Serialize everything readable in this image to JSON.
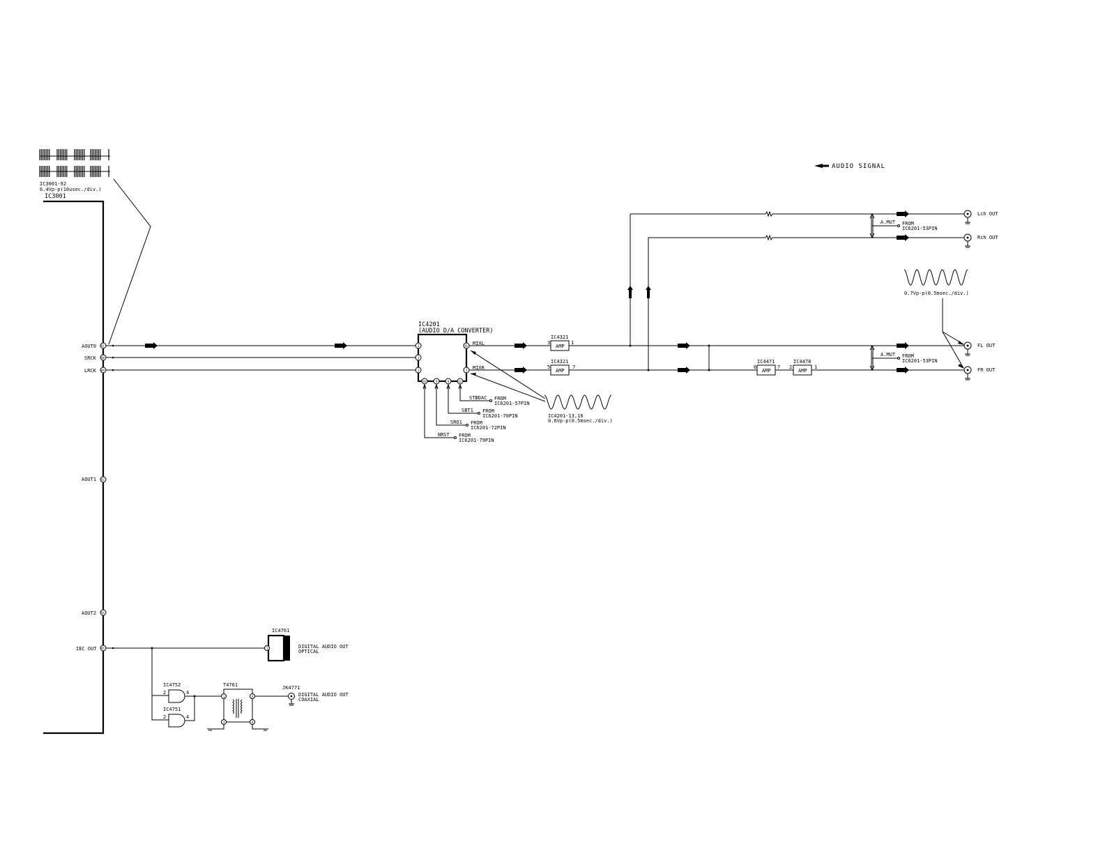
{
  "legend": {
    "label": "AUDIO SIGNAL"
  },
  "ic3001": {
    "name": "IC3001",
    "waveform_ref": "IC3001-92",
    "waveform_scale": "6.4Vp-p(10usec./div.)",
    "pins": {
      "aout0": {
        "label": "AOUT0",
        "num": "92"
      },
      "srck": {
        "label": "SRCK",
        "num": "90"
      },
      "lrck": {
        "label": "LRCK",
        "num": "89"
      },
      "aout1": {
        "label": "AOUT1",
        "num": "93"
      },
      "aout2": {
        "label": "AOUT2",
        "num": "94"
      },
      "iec_out": {
        "label": "IEC OUT",
        "num": "95"
      }
    }
  },
  "ic4201": {
    "name": "IC4201",
    "function": "(AUDIO D/A CONVERTER)",
    "in_pins": [
      "2",
      "3",
      "1"
    ],
    "out_pins": {
      "mixl": "16",
      "mixr": "1"
    },
    "ctrl_pins": [
      "10",
      "9",
      "8",
      "13"
    ],
    "outputs": {
      "mixl": "MIXL",
      "mixr": "MIXR"
    },
    "controls": [
      {
        "signal": "STBDAC",
        "from": "FROM",
        "src": "IC6201-57PIN"
      },
      {
        "signal": "SBT1",
        "from": "FROM",
        "src": "IC6201-70PIN"
      },
      {
        "signal": "SRO1",
        "from": "FROM",
        "src": "IC6201-72PIN"
      },
      {
        "signal": "NRST",
        "from": "FROM",
        "src": "IC6201-79PIN"
      }
    ],
    "waveform_ref": "IC4201-13,16",
    "waveform_scale": "0.6Vp-p(0.5msec./div.)"
  },
  "amps": {
    "ic4321_top": {
      "name": "IC4321",
      "label": "AMP",
      "in": "3",
      "out": "1"
    },
    "ic4321_bot": {
      "name": "IC4321",
      "label": "AMP",
      "in": "5",
      "out": "7"
    },
    "ic4471": {
      "name": "IC4471",
      "label": "AMP",
      "in": "6",
      "out": "7"
    },
    "ic4478": {
      "name": "IC4478",
      "label": "AMP",
      "in": "2",
      "out": "1"
    }
  },
  "outputs": {
    "lch": "Lch OUT",
    "rch": "Rch OUT",
    "fl": "FL OUT",
    "fr": "FR OUT"
  },
  "mute": {
    "top": {
      "label": "A.MUT",
      "from": "FROM",
      "src": "IC6201-53PIN"
    },
    "bottom": {
      "label": "A.MUT",
      "from": "FROM",
      "src": "IC6201-53PIN"
    }
  },
  "output_waveform": {
    "scale": "0.7Vp-p(0.5msec./div.)"
  },
  "digital": {
    "ic4761": {
      "name": "IC4761",
      "pin": "1"
    },
    "optical_label": "DIGITAL AUDIO OUT",
    "optical_sub": "OPTICAL",
    "ic4752": {
      "name": "IC4752",
      "in": "2",
      "out": "4"
    },
    "ic4751": {
      "name": "IC4751",
      "in": "2",
      "out": "4"
    },
    "t4761": {
      "name": "T4761",
      "pins": [
        "1",
        "4",
        "3",
        "6"
      ]
    },
    "jk4771": {
      "name": "JK4771"
    },
    "coax_label": "DIGITAL AUDIO OUT",
    "coax_sub": "COAXIAL"
  }
}
